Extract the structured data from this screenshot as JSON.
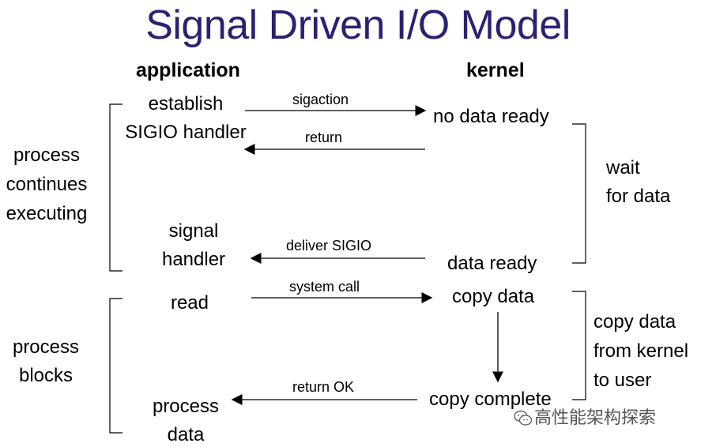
{
  "title": "Signal Driven I/O Model",
  "headers": {
    "application": "application",
    "kernel": "kernel"
  },
  "application": {
    "establish_line1": "establish",
    "establish_line2": "SIGIO handler",
    "signal_line1": "signal",
    "signal_line2": "handler",
    "read": "read",
    "process_line1": "process",
    "process_line2": "data"
  },
  "kernel": {
    "no_data_ready": "no data ready",
    "data_ready": "data ready",
    "copy_data": "copy data",
    "copy_complete": "copy complete"
  },
  "arrows": {
    "sigaction": "sigaction",
    "return": "return",
    "deliver_sigio": "deliver SIGIO",
    "system_call": "system call",
    "return_ok": "return OK"
  },
  "left_labels": {
    "continues_line1": "process",
    "continues_line2": "continues",
    "continues_line3": "executing",
    "blocks_line1": "process",
    "blocks_line2": "blocks"
  },
  "right_labels": {
    "wait_line1": "wait",
    "wait_line2": "for data",
    "copy_line1": "copy data",
    "copy_line2": "from kernel",
    "copy_line3": "to user"
  },
  "watermark": "高性能架构探索",
  "watermark_icon": "wechat-icon",
  "colors": {
    "title": "#2a2173",
    "text": "#000000",
    "watermark": "#555555"
  }
}
